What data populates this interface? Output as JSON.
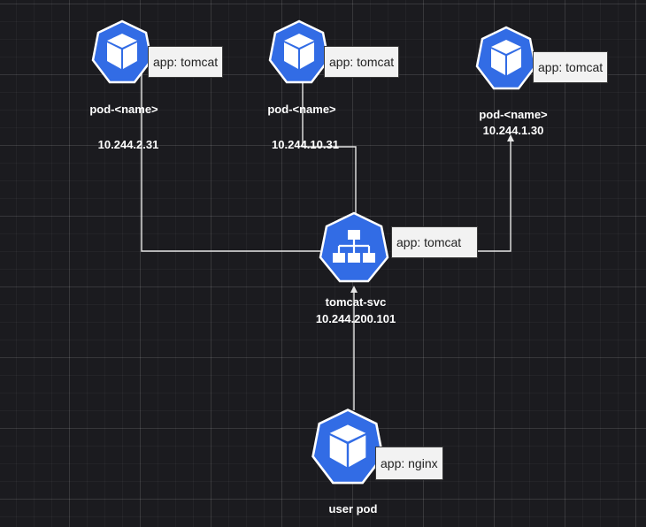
{
  "colors": {
    "node_fill": "#326ce5",
    "node_stroke": "#ffffff",
    "edge": "#e6e6e6",
    "tag_background": "#f2f2f2",
    "canvas": "#1b1b1f"
  },
  "nodes": {
    "pod1": {
      "icon": "pod-cube-icon",
      "tag": "app: tomcat",
      "name": "pod-<name>",
      "ip": "10.244.2.31"
    },
    "pod2": {
      "icon": "pod-cube-icon",
      "tag": "app: tomcat",
      "name": "pod-<name>",
      "ip": "10.244.10.31"
    },
    "pod3": {
      "icon": "pod-cube-icon",
      "tag": "app: tomcat",
      "name": "pod-<name>",
      "ip": "10.244.1.30"
    },
    "svc": {
      "icon": "service-network-icon",
      "tag": "app: tomcat",
      "name": "tomcat-svc",
      "ip": "10.244.200.101"
    },
    "user": {
      "icon": "pod-cube-icon",
      "tag": "app: nginx",
      "name": "user pod"
    }
  }
}
